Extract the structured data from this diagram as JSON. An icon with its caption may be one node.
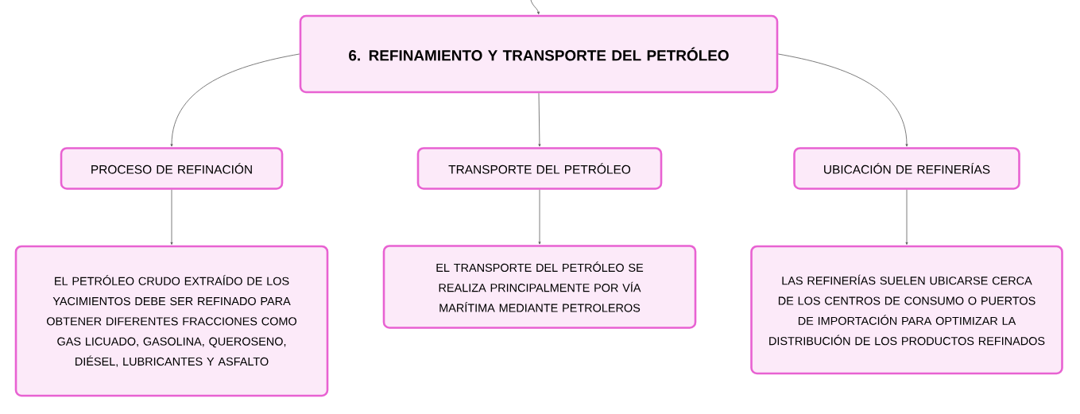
{
  "diagram": {
    "nodes": [
      {
        "text": [
          "6. REFINAMIENTO Y TRANSPORTE DEL PETRÓLEO"
        ]
      },
      {
        "text": [
          "PROCESO DE REFINACIÓN"
        ]
      },
      {
        "text": [
          "TRANSPORTE DEL PETRÓLEO"
        ]
      },
      {
        "text": [
          "UBICACIÓN DE REFINERÍAS"
        ]
      },
      {
        "text": [
          "EL PETRÓLEO CRUDO EXTRAÍDO DE LOS YACIMIENTOS DEBE SER REFINADO PARA OBTENER DIFERENTES FRACCIONES COMO GAS LICUADO, GASOLINA, QUEROSENO, DIÉSEL, LUBRICANTES Y ASFALTO"
        ]
      },
      {
        "text": [
          "EL TRANSPORTE DEL PETRÓLEO SE REALIZA PRINCIPALMENTE POR VÍA MARÍTIMA MEDIANTE PETROLEROS"
        ]
      },
      {
        "text": [
          "LAS REFINERÍAS SUELEN UBICARSE CERCA DE LOS CENTROS DE CONSUMO O PUERTOS DE IMPORTACIÓN PARA OPTIMIZAR LA DISTRIBUCIÓN DE LOS PRODUCTOS REFINADOS"
        ]
      }
    ],
    "edges": [
      {
        "from": null,
        "to": 0,
        "arrow": "to"
      },
      {
        "from": 0,
        "to": 1,
        "arrow": "to"
      },
      {
        "from": 0,
        "to": 2,
        "arrow": "to"
      },
      {
        "from": 0,
        "to": 3,
        "arrow": "to"
      },
      {
        "from": 1,
        "to": 4,
        "arrow": "to"
      },
      {
        "from": 2,
        "to": 5,
        "arrow": "to"
      },
      {
        "from": 3,
        "to": 6,
        "arrow": "to"
      }
    ]
  }
}
